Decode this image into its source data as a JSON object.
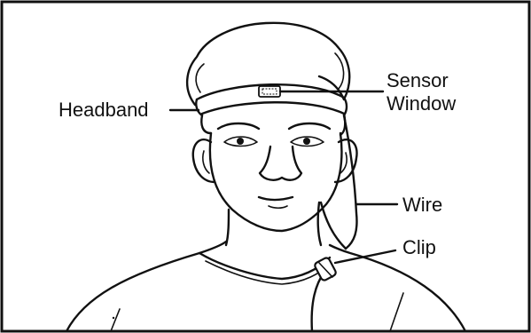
{
  "labels": {
    "headband": "Headband",
    "sensor_line1": "Sensor",
    "sensor_line2": "Window",
    "wire": "Wire",
    "clip": "Clip"
  },
  "colors": {
    "ink": "#111111",
    "background": "#ffffff"
  }
}
